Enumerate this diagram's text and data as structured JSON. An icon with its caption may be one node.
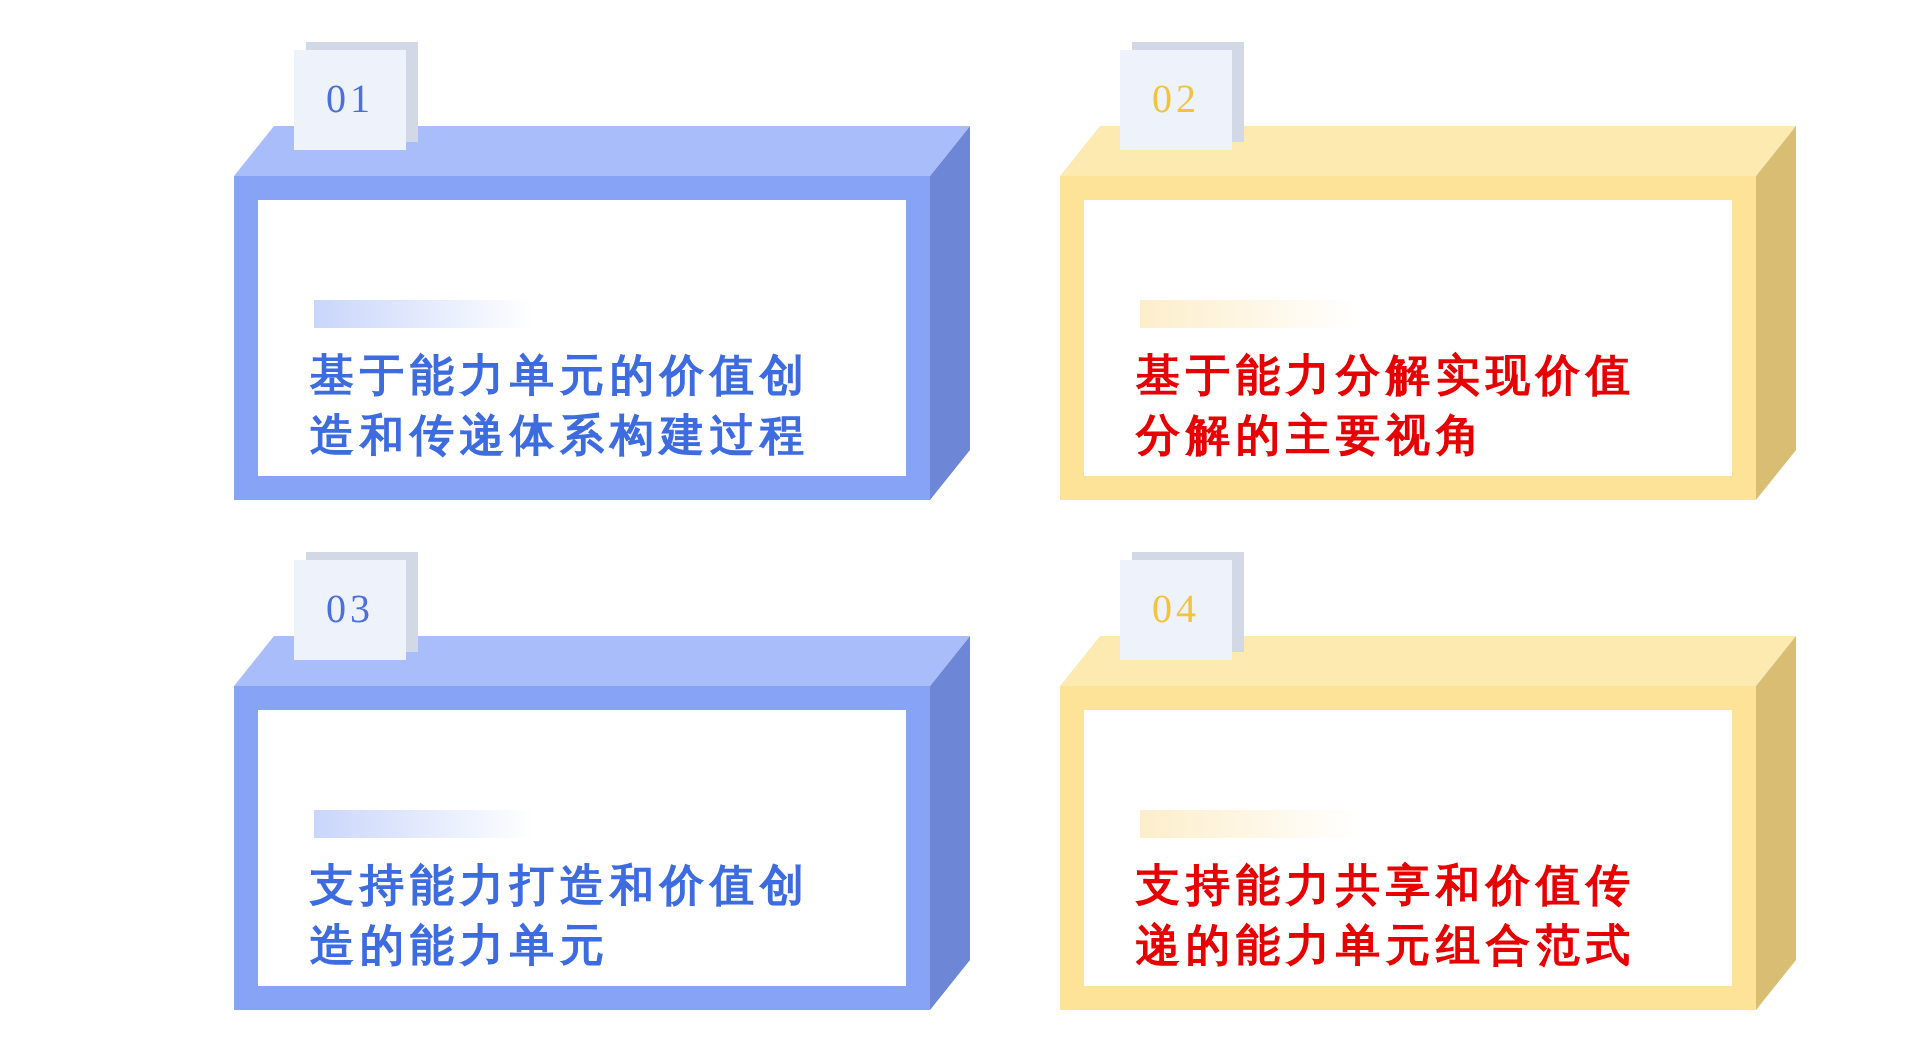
{
  "diagram": {
    "nodes": [
      {
        "text": [
          "01",
          "基于能力单元的价值创造和传递体系构建过程"
        ]
      },
      {
        "text": [
          "02",
          "基于能力分解实现价值分解的主要视角"
        ]
      },
      {
        "text": [
          "03",
          "支持能力打造和价值创造的能力单元"
        ]
      },
      {
        "text": [
          "04",
          "支持能力共享和价值传递的能力单元组合范式"
        ]
      }
    ]
  }
}
